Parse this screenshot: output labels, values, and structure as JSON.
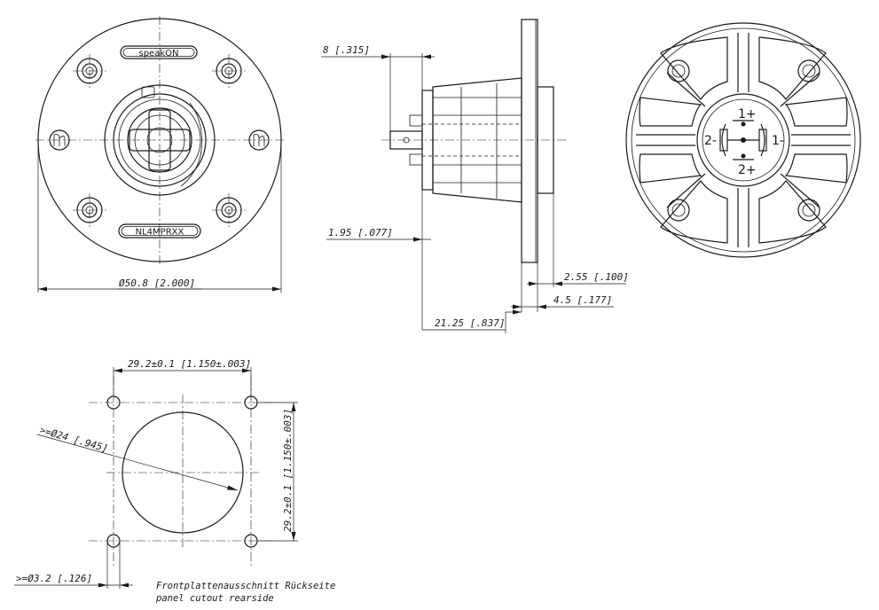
{
  "front_view": {
    "brand_label": "speakON",
    "part_label": "NL4MPRXX",
    "diameter_dim": "Ø50.8 [2.000]"
  },
  "side_view": {
    "dim_8": "8 [.315]",
    "dim_1_95": "1.95 [.077]",
    "dim_2_55": "2.55 [.100]",
    "dim_4_5": "4.5 [.177]",
    "dim_21_25": "21.25 [.837]"
  },
  "rear_view": {
    "pins": [
      "1+",
      "1-",
      "2-",
      "2+"
    ]
  },
  "panel_cutout": {
    "dim_spacing_h": "29.2±0.1 [1.150±.003]",
    "dim_spacing_v": "29.2±0.1 [1.150±.003]",
    "dim_hole_large": ">=Ø24 [.945]",
    "dim_hole_small": ">=Ø3.2 [.126]",
    "caption_de": "Frontplattenausschnitt Rückseite",
    "caption_en": "panel cutout rearside"
  }
}
